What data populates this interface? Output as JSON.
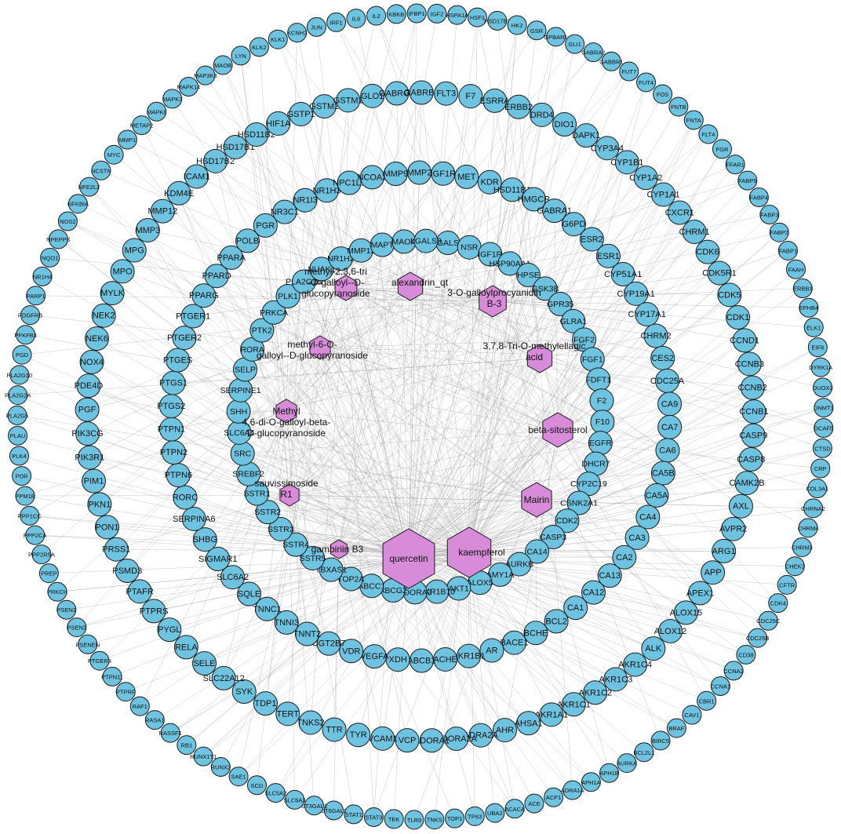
{
  "colors": {
    "target_fill": "#6ec3e0",
    "compound_fill": "#d88bd8",
    "outline": "#1a1a1a",
    "edge": "#9a9a9a"
  },
  "rings": [
    [
      "LGALS3",
      "NSR",
      "IGF1R",
      "HSP90AA1",
      "HPSE",
      "GSK3B",
      "GPR35",
      "GLRA1",
      "FGF2",
      "FGF1",
      "FDFT1",
      "F2",
      "F10",
      "EGFR",
      "DHCR7",
      "CYP2C19",
      "CSNK2A1",
      "CDK2",
      "CASP3",
      "CA14",
      "AURKB",
      "AMY1A",
      "ALOX5",
      "AKT1",
      "AKR1B10",
      "ADORA3",
      "ABCG2",
      "ABCC1",
      "TOP2A",
      "TBXAS1",
      "SSTR5",
      "SSTR4",
      "SSTR3",
      "SSTR2",
      "SSTR1",
      "SREBF2",
      "SRC",
      "SLC6A4",
      "SHH",
      "SERPINE1",
      "SELP",
      "RORA",
      "PTK2",
      "PRKCA",
      "PLK1",
      "PLA2G1B",
      "NUAK1",
      "NR1H2",
      "MMP13",
      "MAPT",
      "MAOA",
      "LGALS9"
    ],
    [
      "IGF1R",
      "MET",
      "KDR",
      "HSD11B1",
      "HMGCR",
      "GABRA1",
      "G6PD",
      "ESR2",
      "ESR1",
      "CYP51A1",
      "CYP19A1",
      "CYP17A1",
      "CHRM2",
      "CES2",
      "CDC25A",
      "CA9",
      "CA7",
      "CA6",
      "CA5B",
      "CA5A",
      "CA4",
      "CA3",
      "CA2",
      "CA13",
      "CA12",
      "CA1",
      "BCL2",
      "BCHE",
      "BACE1",
      "AR",
      "AKR1B1",
      "ACHE",
      "ABCB1",
      "XDH",
      "VEGFA",
      "VDR",
      "UGT2B7",
      "TNNT2",
      "TNNI3",
      "TNNC1",
      "SQLE",
      "SLC6A2",
      "SIGMAR1",
      "SHBG",
      "SERPINA6",
      "RORC",
      "PTPN6",
      "PTPN2",
      "PTPN1",
      "PTGS2",
      "PTGS1",
      "PTGES",
      "PTGER2",
      "PTGER1",
      "PPARG",
      "PPARD",
      "PPARA",
      "POLB",
      "PGR",
      "NR3C1",
      "NR1I3",
      "NR1H3",
      "NPC1L1",
      "NCOA2",
      "MMP9",
      "MMP2"
    ],
    [
      "F7",
      "ESRRA",
      "ERBB2",
      "DRD4",
      "DIO1",
      "DAPK1",
      "CYP3A4",
      "CYP1B1",
      "CYP1A2",
      "CYP1A1",
      "CXCR1",
      "CHRM1",
      "CDK6",
      "CDK5R1",
      "CDK5",
      "CDK1",
      "CCND1",
      "CCNB3",
      "CCNB2",
      "CCNB1",
      "CASP9",
      "CASP8",
      "CAMK2B",
      "AXL",
      "AVPR2",
      "ARG1",
      "APP",
      "APEX1",
      "ALOX15",
      "ALOX12",
      "ALK",
      "AKR1C4",
      "AKR1C3",
      "AKR1C2",
      "AKR1C1",
      "AKR1A1",
      "AHSA1",
      "AHR",
      "ADRA2A",
      "ADORA2A",
      "ADORA1",
      "VCP",
      "VCAM1",
      "TYR",
      "TTR",
      "TNKS2",
      "TERT",
      "TDP1",
      "SYK",
      "SLC22A12",
      "SELE",
      "RELA",
      "PYGL",
      "PTPRS",
      "PTAFR",
      "PSMD3",
      "PRSS1",
      "PON1",
      "PKN1",
      "PIM1",
      "PIK3R1",
      "PIK3CG",
      "PGF",
      "PDE4D",
      "NOX4",
      "NEK6",
      "NEK2",
      "MYLK",
      "MPO",
      "MPG",
      "MMP3",
      "MMP12",
      "KDM4E",
      "ICAM1",
      "HSD17B2",
      "HSD17B1",
      "HSD11B2",
      "HIF1A",
      "GSTP1",
      "GSTM2",
      "GSTM1",
      "GLO1",
      "GABRG2",
      "GABRB2",
      "FLT3"
    ],
    [
      "IGF2",
      "HSPA1A",
      "HSF1",
      "HSD17B3",
      "HK2",
      "GSR",
      "GPBAR1",
      "GLI1",
      "GABRA2",
      "GABBR1",
      "FUT7",
      "FUT4",
      "FOS",
      "FNTB",
      "FNTA",
      "FLT4",
      "FGR",
      "FFAR1",
      "FABP5",
      "FABP4",
      "FABP3",
      "FABP2",
      "FABP1",
      "FAAH",
      "ERBB3",
      "EPHB4",
      "ELK1",
      "EIF6",
      "DYRK1A",
      "DUOX2",
      "DNMT1",
      "DCAF5",
      "CTSD",
      "CRP",
      "COL3A1",
      "CHRNA2",
      "CHRM4",
      "CHRM3",
      "CHEK2",
      "CFTR",
      "CDK4",
      "CDC25C",
      "CDC25B",
      "CD38",
      "CCNA2",
      "CCNA1",
      "CBR1",
      "CAV1",
      "BRAF",
      "BIRC5",
      "BCL2L1",
      "AURKA",
      "APH1B",
      "APH1A",
      "ADRA1A",
      "ACP1",
      "ACE",
      "ACACA",
      "UBA2",
      "TP63",
      "TOP1",
      "TNKS",
      "TLR9",
      "TEK",
      "STAT3",
      "STAT1",
      "ST6GAL1",
      "ST3GAL3",
      "SLC6A3",
      "SLC5A2",
      "SCD",
      "SAE1",
      "RUNX2",
      "RUNX1T1",
      "RB1",
      "RASSF1",
      "RASA1",
      "RAF1",
      "PTPRF",
      "PTPN11",
      "PTGER3",
      "PSENEN",
      "PSEN2",
      "PSEN1",
      "PRKCH",
      "PREP",
      "PPP2R5A",
      "PPP2CA",
      "PPP1CC",
      "PPM1B",
      "POR",
      "PLK4",
      "PLAU",
      "PLA2G5",
      "PLA2G2A",
      "PLA2G10",
      "PGD",
      "PFKFB3",
      "PDGFRB",
      "PARP1",
      "NR1H4",
      "NQO1",
      "NPEPPS",
      "NOS2",
      "NFKBIA",
      "NFE2L2",
      "NCSTN",
      "MYC",
      "MMP1",
      "METAP2",
      "MAPK8",
      "MAPK3",
      "MAPK14",
      "MAP3K8",
      "MAOB",
      "LYN",
      "KLK2",
      "KLK1",
      "KCNH2",
      "JUN",
      "IRF1",
      "IL6",
      "IL2",
      "KBKB",
      "IFBP1"
    ]
  ],
  "compounds": [
    {
      "label": [
        "quercetin"
      ],
      "size": 38
    },
    {
      "label": [
        "kaempferol"
      ],
      "size": 32
    },
    {
      "label": [
        "Mairin"
      ],
      "size": 22
    },
    {
      "label": [
        "beta-sitosterol"
      ],
      "size": 22
    },
    {
      "label": [
        "3,7,8-Tri-O-methylellagic",
        "acid"
      ],
      "size": 18
    },
    {
      "label": [
        "3-O-galloylprocyanidin",
        "B-3"
      ],
      "size": 20
    },
    {
      "label": [
        "alexandrin_qt"
      ],
      "size": 18
    },
    {
      "label": [
        "methyl-2,3,6-tri",
        "-O-galloyl--D-",
        "glucopyranoside"
      ],
      "size": 16
    },
    {
      "label": [
        "methyl-6-O-",
        "galloyl--D-glucopyranoside"
      ],
      "size": 15
    },
    {
      "label": [
        "Methyl",
        "4,6-di-O-galloyl-beta-",
        "D-glucopyranoside"
      ],
      "size": 15
    },
    {
      "label": [
        "sauvissimoside",
        "R1"
      ],
      "size": 14
    },
    {
      "label": [
        "gambiriin B3"
      ],
      "size": 12
    }
  ]
}
